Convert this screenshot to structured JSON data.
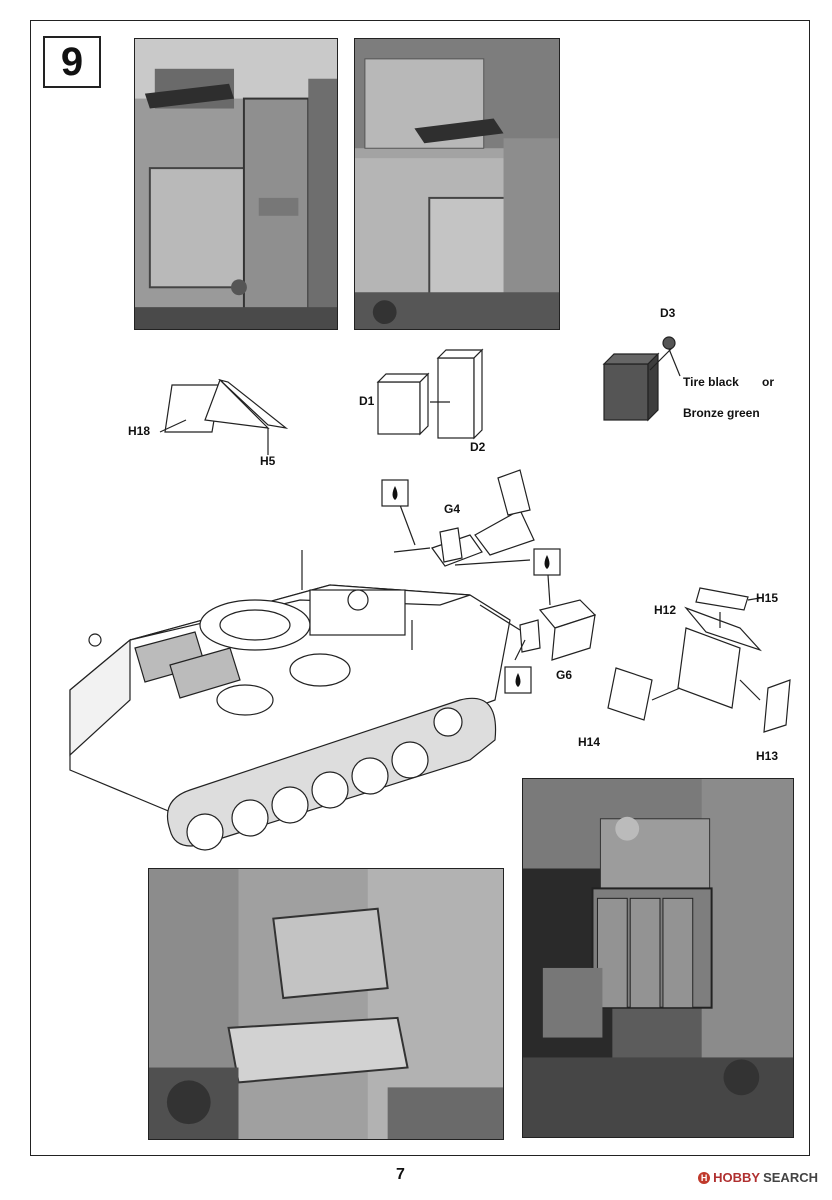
{
  "step": {
    "number": "9"
  },
  "parts": {
    "H18": "H18",
    "H5": "H5",
    "D1": "D1",
    "D2": "D2",
    "D3": "D3",
    "G4": "G4",
    "G6": "G6",
    "H12": "H12",
    "H13": "H13",
    "H14": "H14",
    "H15": "H15"
  },
  "paint": {
    "tire_black": "Tire black",
    "or": "or",
    "bronze_green": "Bronze green"
  },
  "page": {
    "number": "7"
  },
  "watermark": {
    "brand_a": "HOBBY",
    "brand_b": "SEARCH",
    "logo": "H"
  },
  "colors": {
    "line": "#222222",
    "photo_dark": "#3a3a3a",
    "photo_mid": "#8a8a8a",
    "photo_light": "#c8c8c8"
  }
}
